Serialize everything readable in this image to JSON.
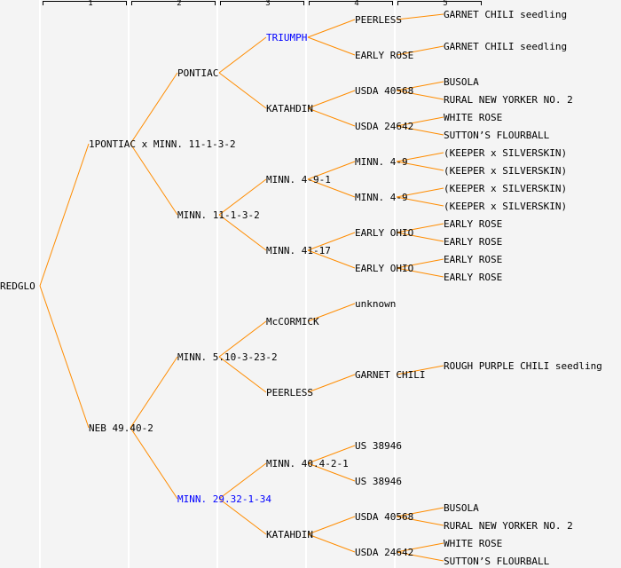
{
  "header": {
    "columns": [
      "1",
      "2",
      "3",
      "4",
      "5"
    ]
  },
  "colors": {
    "line": "#ff8c00",
    "highlight": "#0000ff",
    "text": "#000000",
    "background": "#f4f4f4"
  },
  "tree": {
    "label": "REDGLO",
    "children": [
      {
        "label": "1PONTIAC x MINN. 11-1-3-2",
        "children": [
          {
            "label": "PONTIAC",
            "children": [
              {
                "label": "TRIUMPH",
                "highlight": true,
                "children": [
                  {
                    "label": "PEERLESS",
                    "children": [
                      {
                        "label": "GARNET CHILI seedling"
                      }
                    ]
                  },
                  {
                    "label": "EARLY ROSE",
                    "children": [
                      {
                        "label": "GARNET CHILI seedling"
                      }
                    ]
                  }
                ]
              },
              {
                "label": "KATAHDIN",
                "children": [
                  {
                    "label": "USDA 40568",
                    "children": [
                      {
                        "label": "BUSOLA"
                      },
                      {
                        "label": "RURAL NEW YORKER NO. 2"
                      }
                    ]
                  },
                  {
                    "label": "USDA 24642",
                    "children": [
                      {
                        "label": "WHITE ROSE"
                      },
                      {
                        "label": "SUTTON’S FLOURBALL"
                      }
                    ]
                  }
                ]
              }
            ]
          },
          {
            "label": "MINN. 11-1-3-2",
            "children": [
              {
                "label": "MINN. 4-9-1",
                "children": [
                  {
                    "label": "MINN. 4-9",
                    "children": [
                      {
                        "label": "(KEEPER x SILVERSKIN)"
                      },
                      {
                        "label": "(KEEPER x SILVERSKIN)"
                      }
                    ]
                  },
                  {
                    "label": "MINN. 4-9",
                    "children": [
                      {
                        "label": "(KEEPER x SILVERSKIN)"
                      },
                      {
                        "label": "(KEEPER x SILVERSKIN)"
                      }
                    ]
                  }
                ]
              },
              {
                "label": "MINN. 41-17",
                "children": [
                  {
                    "label": "EARLY OHIO",
                    "children": [
                      {
                        "label": "EARLY ROSE"
                      },
                      {
                        "label": "EARLY ROSE"
                      }
                    ]
                  },
                  {
                    "label": "EARLY OHIO",
                    "children": [
                      {
                        "label": "EARLY ROSE"
                      },
                      {
                        "label": "EARLY ROSE"
                      }
                    ]
                  }
                ]
              }
            ]
          }
        ]
      },
      {
        "label": "NEB 49.40-2",
        "children": [
          {
            "label": "MINN. 5.10-3-23-2",
            "children": [
              {
                "label": "McCORMICK",
                "children": [
                  {
                    "label": "unknown"
                  }
                ]
              },
              {
                "label": "PEERLESS",
                "children": [
                  {
                    "label": "GARNET CHILI",
                    "children": [
                      {
                        "label": "ROUGH PURPLE CHILI seedling"
                      }
                    ]
                  }
                ]
              }
            ]
          },
          {
            "label": "MINN. 29.32-1-34",
            "highlight": true,
            "children": [
              {
                "label": "MINN. 40.4-2-1",
                "children": [
                  {
                    "label": "US 38946"
                  },
                  {
                    "label": "US 38946"
                  }
                ]
              },
              {
                "label": "KATAHDIN",
                "children": [
                  {
                    "label": "USDA 40568",
                    "children": [
                      {
                        "label": "BUSOLA"
                      },
                      {
                        "label": "RURAL NEW YORKER NO. 2"
                      }
                    ]
                  },
                  {
                    "label": "USDA 24642",
                    "children": [
                      {
                        "label": "WHITE ROSE"
                      },
                      {
                        "label": "SUTTON’S FLOURBALL"
                      }
                    ]
                  }
                ]
              }
            ]
          }
        ]
      }
    ]
  }
}
